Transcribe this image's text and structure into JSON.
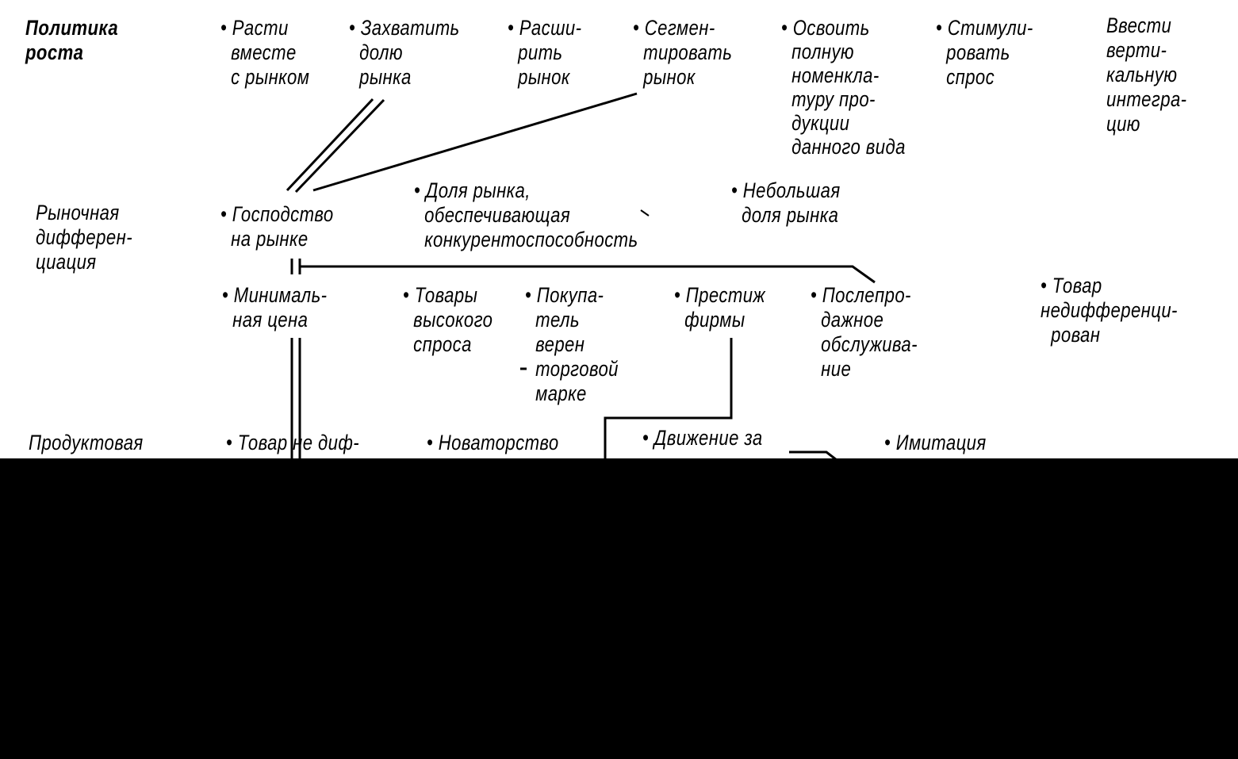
{
  "rows": {
    "growth_policy": {
      "label": "Политика\nроста",
      "items": [
        "• Расти\n  вместе\n  с рынком",
        "• Захватить\n  долю\n  рынка",
        "• Расши-\n  рить\n  рынок",
        "• Сегмен-\n  тировать\n  рынок",
        "• Освоить\n  полную\n  номенкла-\n  туру про-\n  дукции\n  данного вида",
        "• Стимули-\n  ровать\n  спрос",
        "Ввести\nверти-\nкальную\nинтегра-\nцию"
      ]
    },
    "market_diff": {
      "label": "Рыночная\nдифферен-\nциация",
      "items": [
        "• Господство\n  на рынке",
        "• Доля рынка,\n  обеспечивающая\n  конкурентоспособность",
        "• Небольшая\n  доля рынка"
      ]
    },
    "market_row2": {
      "items": [
        "• Минималь-\n  ная цена",
        "• Товары\n  высокого\n  спроса",
        "• Покупа-\n  тель\n  верен\n  торговой\n  марке",
        "• Престиж\n  фирмы",
        "• Послепро-\n  дажное\n  обслужива-\n  ние",
        "• Товар\nнедифференци-\n  рован"
      ]
    },
    "product": {
      "label": "Продуктовая",
      "items": [
        "• Товар не диф-",
        "• Новаторство",
        "• Движение за",
        "• Имитация"
      ]
    }
  }
}
